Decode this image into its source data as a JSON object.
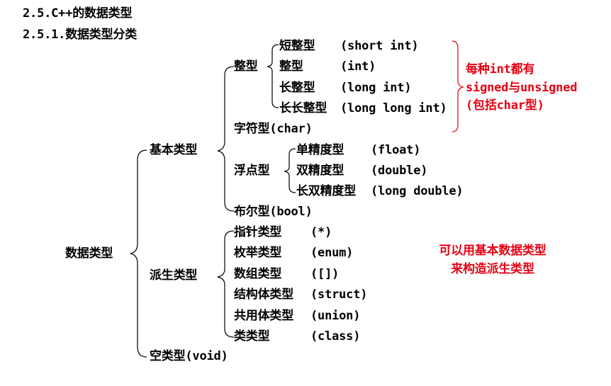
{
  "headings": {
    "section": "2.5.C++的数据类型",
    "subsection": "2.5.1.数据类型分类"
  },
  "tree": {
    "root": "数据类型",
    "basic": {
      "label": "基本类型",
      "integer": {
        "label": "整型",
        "items": [
          {
            "name": "短整型",
            "kw": "(short int)"
          },
          {
            "name": "整型",
            "kw": "(int)"
          },
          {
            "name": "长整型",
            "kw": "(long int)"
          },
          {
            "name": "长长整型",
            "kw": "(long long int)"
          }
        ]
      },
      "char": "字符型(char)",
      "float": {
        "label": "浮点型",
        "items": [
          {
            "name": "单精度型",
            "kw": "(float)"
          },
          {
            "name": "双精度型",
            "kw": "(double)"
          },
          {
            "name": "长双精度型",
            "kw": "(long double)"
          }
        ]
      },
      "bool": "布尔型(bool)"
    },
    "derived": {
      "label": "派生类型",
      "items": [
        {
          "name": "指针类型",
          "kw": "(*)"
        },
        {
          "name": "枚举类型",
          "kw": "(enum)"
        },
        {
          "name": "数组类型",
          "kw": "([])"
        },
        {
          "name": "结构体类型",
          "kw": "(struct)"
        },
        {
          "name": "共用体类型",
          "kw": "(union)"
        },
        {
          "name": "类类型",
          "kw": "(class)"
        }
      ]
    },
    "void": "空类型(void)"
  },
  "notes": {
    "signed_lines": [
      "每种int都有",
      "signed与unsigned",
      "(包括char型)"
    ],
    "derived_lines": [
      "可以用基本数据类型",
      "来构造派生类型"
    ],
    "accent_color": "#e60012"
  }
}
